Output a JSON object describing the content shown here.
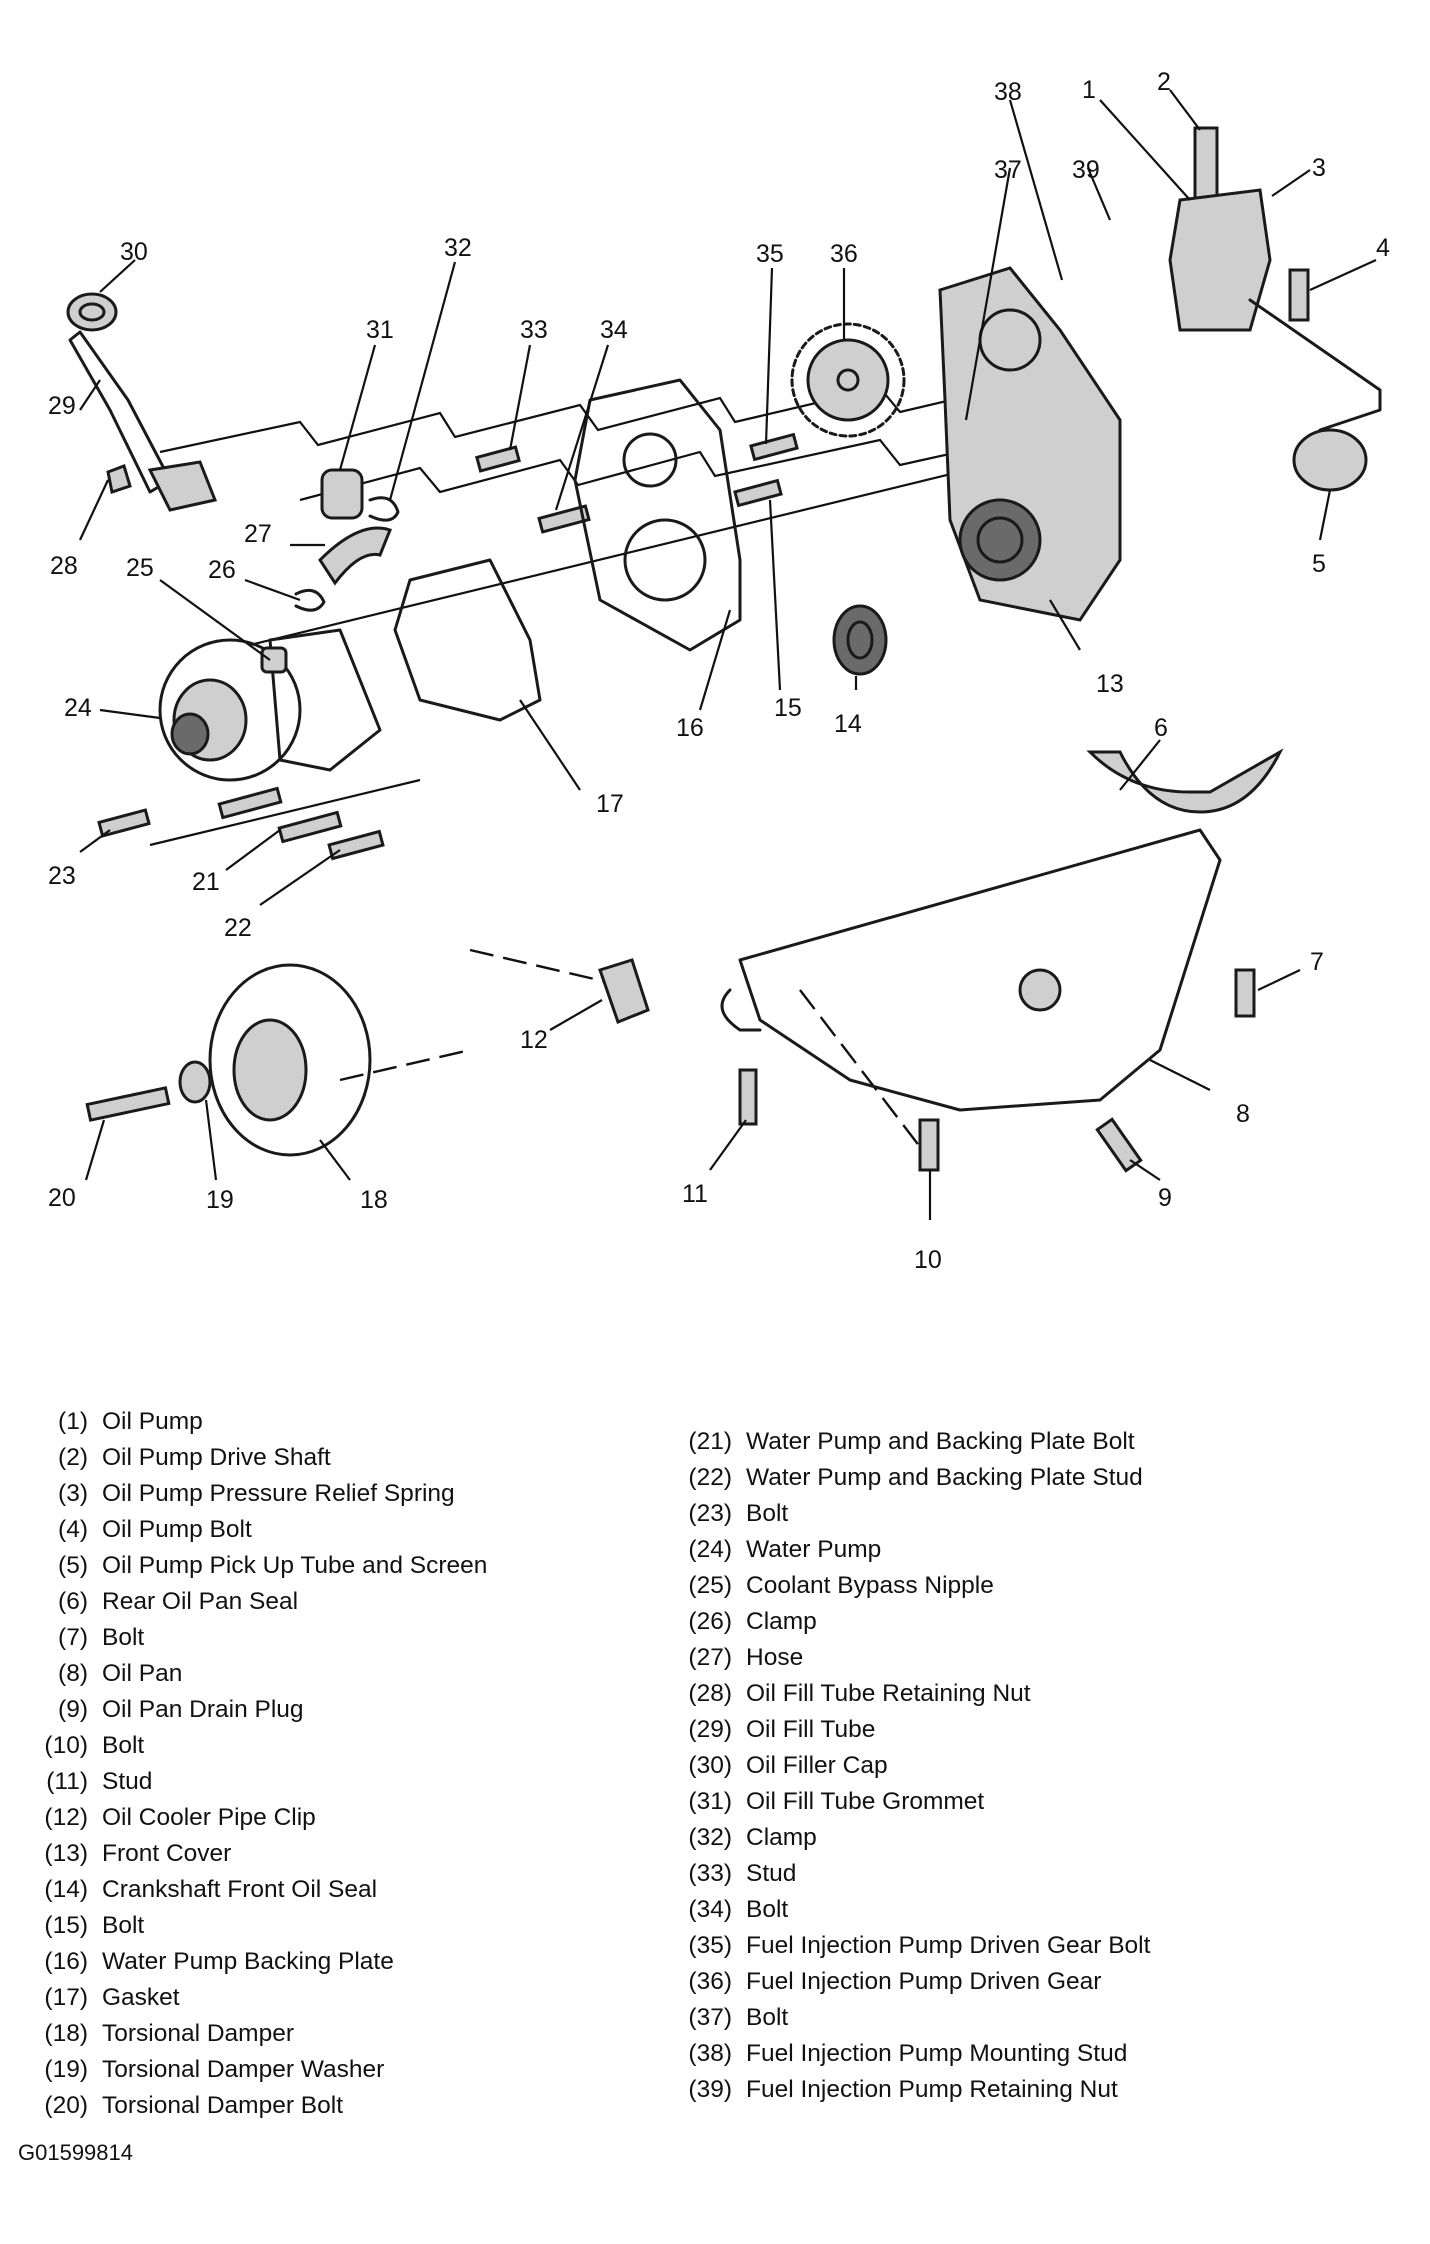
{
  "legend_left": [
    {
      "num": "(1)",
      "label": "Oil Pump"
    },
    {
      "num": "(2)",
      "label": "Oil Pump Drive Shaft"
    },
    {
      "num": "(3)",
      "label": "Oil Pump Pressure Relief Spring"
    },
    {
      "num": "(4)",
      "label": "Oil Pump Bolt"
    },
    {
      "num": "(5)",
      "label": "Oil Pump Pick Up Tube and Screen"
    },
    {
      "num": "(6)",
      "label": "Rear Oil Pan Seal"
    },
    {
      "num": "(7)",
      "label": "Bolt"
    },
    {
      "num": "(8)",
      "label": "Oil Pan"
    },
    {
      "num": "(9)",
      "label": "Oil Pan Drain Plug"
    },
    {
      "num": "(10)",
      "label": "Bolt"
    },
    {
      "num": "(11)",
      "label": "Stud"
    },
    {
      "num": "(12)",
      "label": "Oil Cooler Pipe Clip"
    },
    {
      "num": "(13)",
      "label": "Front Cover"
    },
    {
      "num": "(14)",
      "label": "Crankshaft Front Oil Seal"
    },
    {
      "num": "(15)",
      "label": "Bolt"
    },
    {
      "num": "(16)",
      "label": "Water Pump Backing Plate"
    },
    {
      "num": "(17)",
      "label": "Gasket"
    },
    {
      "num": "(18)",
      "label": "Torsional Damper"
    },
    {
      "num": "(19)",
      "label": "Torsional Damper Washer"
    },
    {
      "num": "(20)",
      "label": "Torsional Damper Bolt"
    }
  ],
  "legend_right": [
    {
      "num": "(21)",
      "label": "Water Pump and Backing Plate Bolt"
    },
    {
      "num": "(22)",
      "label": "Water Pump and Backing Plate Stud"
    },
    {
      "num": "(23)",
      "label": "Bolt"
    },
    {
      "num": "(24)",
      "label": "Water Pump"
    },
    {
      "num": "(25)",
      "label": "Coolant Bypass Nipple"
    },
    {
      "num": "(26)",
      "label": "Clamp"
    },
    {
      "num": "(27)",
      "label": "Hose"
    },
    {
      "num": "(28)",
      "label": "Oil Fill Tube Retaining Nut"
    },
    {
      "num": "(29)",
      "label": "Oil Fill Tube"
    },
    {
      "num": "(30)",
      "label": "Oil Filler Cap"
    },
    {
      "num": "(31)",
      "label": "Oil Fill Tube Grommet"
    },
    {
      "num": "(32)",
      "label": "Clamp"
    },
    {
      "num": "(33)",
      "label": "Stud"
    },
    {
      "num": "(34)",
      "label": "Bolt"
    },
    {
      "num": "(35)",
      "label": "Fuel Injection Pump Driven Gear Bolt"
    },
    {
      "num": "(36)",
      "label": "Fuel Injection Pump Driven Gear"
    },
    {
      "num": "(37)",
      "label": "Bolt"
    },
    {
      "num": "(38)",
      "label": "Fuel Injection Pump Mounting Stud"
    },
    {
      "num": "(39)",
      "label": "Fuel Injection Pump Retaining Nut"
    }
  ],
  "callouts": {
    "c1": "1",
    "c2": "2",
    "c3": "3",
    "c4": "4",
    "c5": "5",
    "c6": "6",
    "c7": "7",
    "c8": "8",
    "c9": "9",
    "c10": "10",
    "c11": "11",
    "c12": "12",
    "c13": "13",
    "c14": "14",
    "c15": "15",
    "c16": "16",
    "c17": "17",
    "c18": "18",
    "c19": "19",
    "c20": "20",
    "c21": "21",
    "c22": "22",
    "c23": "23",
    "c24": "24",
    "c25": "25",
    "c26": "26",
    "c27": "27",
    "c28": "28",
    "c29": "29",
    "c30": "30",
    "c31": "31",
    "c32": "32",
    "c33": "33",
    "c34": "34",
    "c35": "35",
    "c36": "36",
    "c37": "37",
    "c38": "38",
    "c39": "39"
  },
  "figure_id": "G01599814"
}
